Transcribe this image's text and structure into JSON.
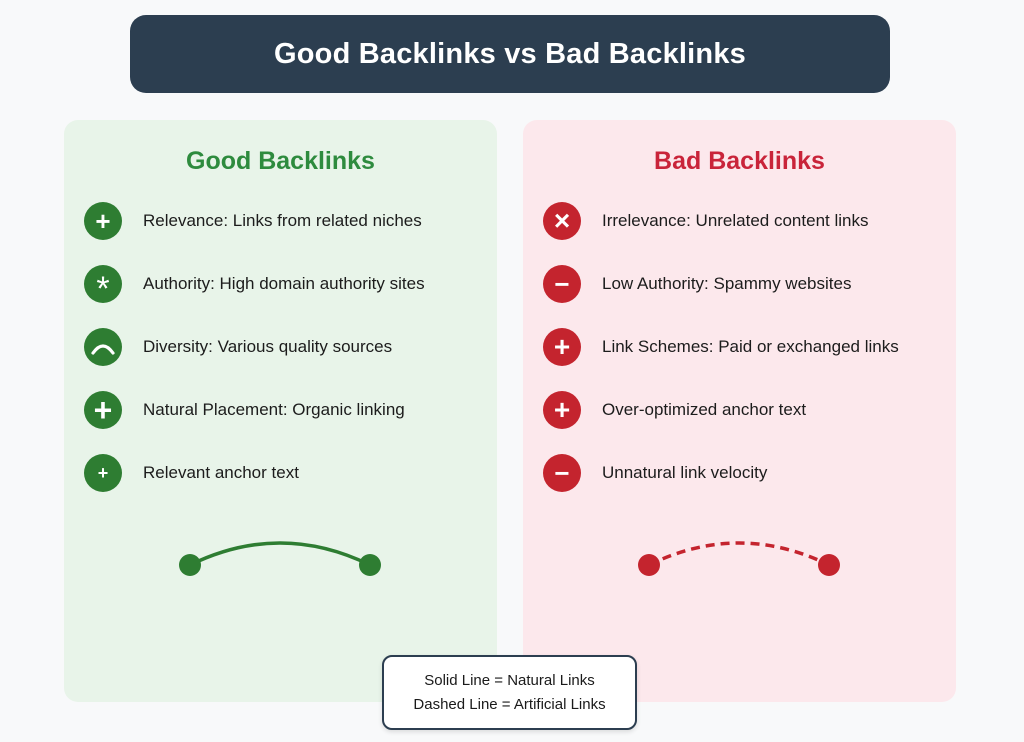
{
  "colors": {
    "page_bg": "#f8f9fa",
    "header_bg": "#2c3e50",
    "header_text": "#ffffff",
    "good_bg": "#e8f4e9",
    "good_title": "#2e8b3e",
    "good_accent": "#2e7d32",
    "bad_bg": "#fce8ec",
    "bad_title": "#c9243a",
    "bad_accent": "#c4242e",
    "item_text": "#1c1c1c",
    "legend_border": "#2c3e50"
  },
  "header": {
    "title": "Good Backlinks vs Bad Backlinks"
  },
  "panels": [
    {
      "id": "good",
      "title": "Good Backlinks",
      "items": [
        {
          "icon": "plus-icon",
          "glyph": "+",
          "glyph_size": 26,
          "label": "Relevance: Links from related niches"
        },
        {
          "icon": "asterisk-icon",
          "glyph": "*",
          "glyph_size": 34,
          "label": "Authority: High domain authority sites"
        },
        {
          "icon": "arc-icon",
          "glyph": "",
          "glyph_size": 0,
          "label": "Diversity: Various quality sources"
        },
        {
          "icon": "plus-icon",
          "glyph": "+",
          "glyph_size": 32,
          "label": "Natural Placement: Organic linking"
        },
        {
          "icon": "plus-icon",
          "glyph": "+",
          "glyph_size": 18,
          "label": "Relevant anchor text"
        }
      ],
      "curve_style": "solid"
    },
    {
      "id": "bad",
      "title": "Bad Backlinks",
      "items": [
        {
          "icon": "cross-icon",
          "glyph": "×",
          "glyph_size": 28,
          "label": "Irrelevance: Unrelated content links"
        },
        {
          "icon": "minus-icon",
          "glyph": "−",
          "glyph_size": 26,
          "label": "Low Authority: Spammy websites"
        },
        {
          "icon": "plus-icon",
          "glyph": "+",
          "glyph_size": 28,
          "label": "Link Schemes: Paid or exchanged links"
        },
        {
          "icon": "plus-icon",
          "glyph": "+",
          "glyph_size": 28,
          "label": "Over-optimized anchor text"
        },
        {
          "icon": "minus-icon",
          "glyph": "−",
          "glyph_size": 26,
          "label": "Unnatural link velocity"
        }
      ],
      "curve_style": "dashed"
    }
  ],
  "legend": {
    "lines": [
      "Solid Line = Natural Links",
      "Dashed Line = Artificial Links"
    ]
  }
}
